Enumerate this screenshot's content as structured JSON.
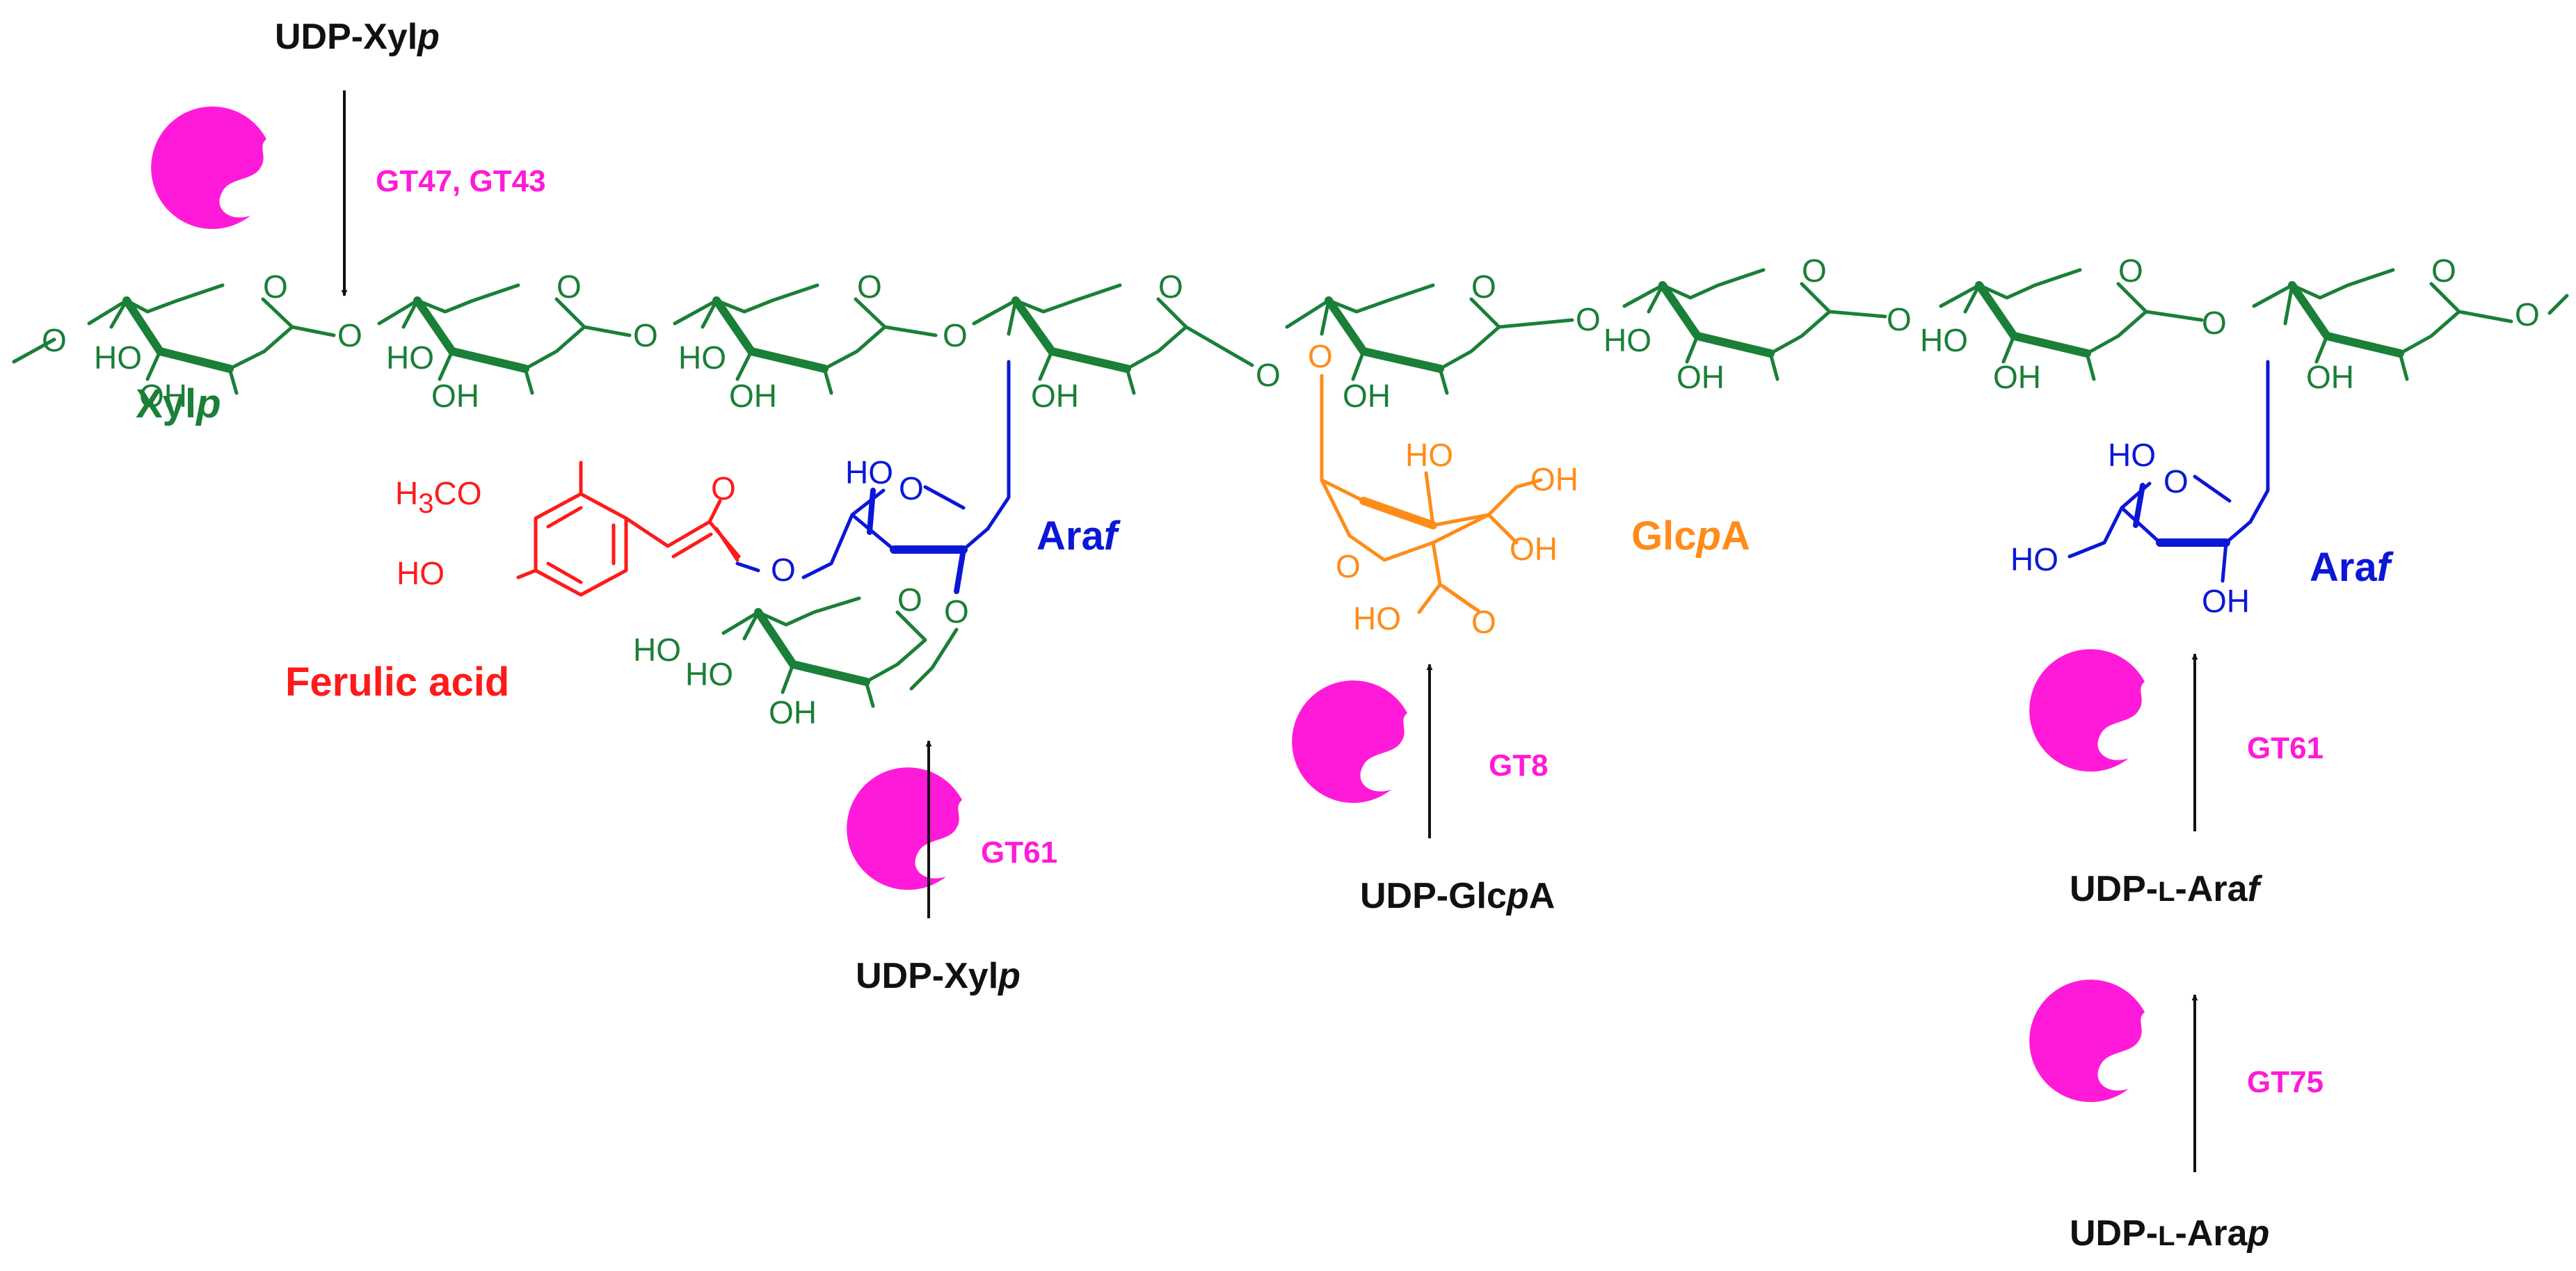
{
  "colors": {
    "xylose": "#1a7f37",
    "arabinose": "#0b17d6",
    "glucuronic": "#ff8c1a",
    "ferulic": "#ff1a1a",
    "enzyme": "#ff1ad9",
    "text": "#111111"
  },
  "icons": {
    "enzyme": "pacman-enzyme-icon",
    "arrow": "arrow-icon"
  },
  "labels": {
    "xylp": {
      "main": "Xyl",
      "italic": "p"
    },
    "araf1": {
      "main": "Ara",
      "italic": "f"
    },
    "araf2": {
      "main": "Ara",
      "italic": "f"
    },
    "glcpa": {
      "pre": "Glc",
      "italic": "p",
      "post": "A"
    },
    "ferulic": "Ferulic acid"
  },
  "enzymes": {
    "top": "GT47, GT43",
    "xyl_branch": "GT61",
    "glcpa": "GT8",
    "araf_right": "GT61",
    "arap": "GT75"
  },
  "donors": {
    "top": {
      "pre": "UDP-Xyl",
      "italic": "p"
    },
    "xyl_branch": {
      "pre": "UDP-Xyl",
      "italic": "p"
    },
    "glcpa": {
      "pre": "UDP-Glc",
      "italic": "p",
      "post": "A"
    },
    "araf": {
      "pre": "UDP-",
      "sc": "L",
      "mid": "-Ara",
      "italic": "f"
    },
    "arap": {
      "pre": "UDP-",
      "sc": "L",
      "mid": "-Ara",
      "italic": "p"
    }
  },
  "chem": {
    "O": "O",
    "HO": "HO",
    "OH": "OH",
    "H3CO_h": "H",
    "H3CO_3": "3",
    "H3CO_co": "CO"
  }
}
